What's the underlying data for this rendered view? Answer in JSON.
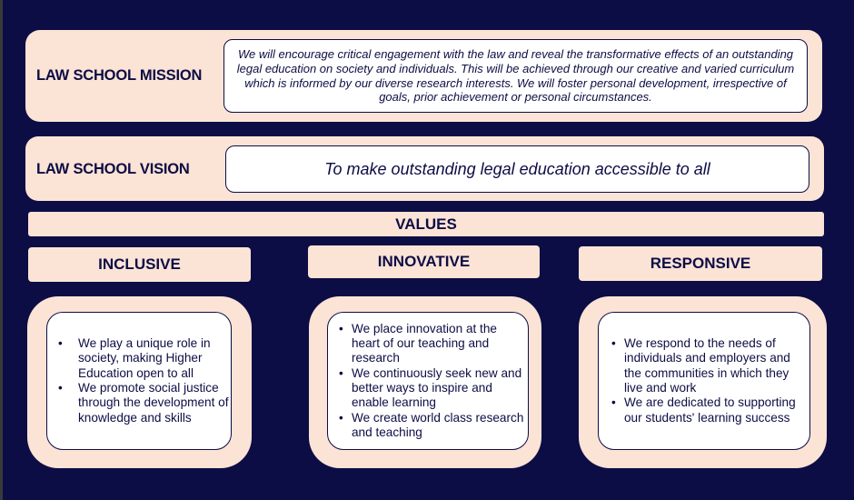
{
  "mission": {
    "label": "LAW SCHOOL MISSION",
    "text": "We will encourage critical engagement with the law and reveal the transformative effects of an outstanding legal education on society and individuals. This will be achieved through our creative and varied curriculum which is informed by our diverse research interests. We will foster personal development, irrespective of goals, prior achievement or personal circumstances."
  },
  "vision": {
    "label": "LAW SCHOOL VISION",
    "text": "To make outstanding legal education accessible to all"
  },
  "values": {
    "title": "VALUES",
    "columns": [
      {
        "title": "INCLUSIVE",
        "bullets": [
          "We play a unique role in society, making Higher Education open to all",
          "We promote social justice through the development of knowledge and skills"
        ]
      },
      {
        "title": "INNOVATIVE",
        "bullets": [
          "We place innovation at the heart of our teaching and research",
          "We continuously seek new and better ways to inspire and enable learning",
          "We create world class research and teaching"
        ]
      },
      {
        "title": "RESPONSIVE",
        "bullets": [
          "We respond to the needs of individuals and employers and the communities in which they live and work",
          "We are dedicated to supporting our students' learning success"
        ]
      }
    ]
  },
  "colors": {
    "background": "#0d0d45",
    "panel": "#fbe3d6",
    "box": "#ffffff"
  }
}
